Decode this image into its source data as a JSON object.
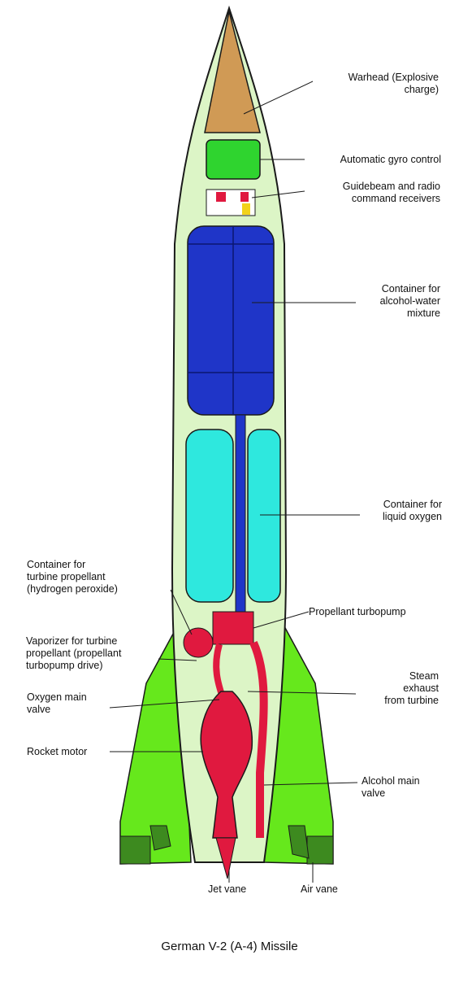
{
  "caption": "German V-2 (A-4) Missile",
  "labels": {
    "warhead": "Warhead (Explosive\ncharge)",
    "gyro": "Automatic gyro control",
    "guidebeam": "Guidebeam and radio\ncommand receivers",
    "alcohol_container": "Container for\nalcohol-water\nmixture",
    "oxygen_container": "Container for\nliquid oxygen",
    "turbine_propellant": "Container for\nturbine propellant\n(hydrogen peroxide)",
    "turbopump": "Propellant turbopump",
    "vaporizer": "Vaporizer for turbine\npropellant (propellant\nturbopump drive)",
    "steam_exhaust": "Steam\nexhaust\nfrom turbine",
    "oxygen_valve": "Oxygen main\nvalve",
    "rocket_motor": "Rocket motor",
    "alcohol_valve": "Alcohol main\nvalve",
    "jet_vane": "Jet vane",
    "air_vane": "Air vane"
  },
  "colors": {
    "body": "#dcf5c6",
    "fins": "#66e81c",
    "fin_tips": "#3d8a1f",
    "warhead": "#d09a55",
    "gyro": "#2fd42f",
    "alcohol_tank": "#1f35c8",
    "oxygen_tank": "#2ee8de",
    "motor": "#e0193f",
    "outline": "#1a1a1a"
  }
}
